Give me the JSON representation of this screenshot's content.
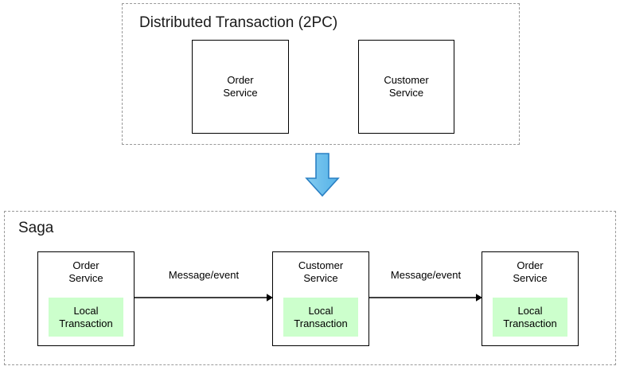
{
  "diagram": {
    "groups": [
      {
        "id": "2pc",
        "title": "Distributed Transaction (2PC)",
        "boxes": [
          {
            "id": "2pc-order",
            "label": "Order\nService"
          },
          {
            "id": "2pc-customer",
            "label": "Customer\nService"
          }
        ]
      },
      {
        "id": "saga",
        "title": "Saga",
        "boxes": [
          {
            "id": "saga-1",
            "label": "Order\nService",
            "inner_label": "Local\nTransaction"
          },
          {
            "id": "saga-2",
            "label": "Customer\nService",
            "inner_label": "Local\nTransaction"
          },
          {
            "id": "saga-3",
            "label": "Order\nService",
            "inner_label": "Local\nTransaction"
          }
        ],
        "connectors": [
          {
            "id": "msg-1",
            "label": "Message/event"
          },
          {
            "id": "msg-2",
            "label": "Message/event"
          }
        ]
      }
    ],
    "transition_arrow": {
      "name": "down-arrow",
      "fill": "#6cc0ec",
      "stroke": "#2a7fc4"
    },
    "colors": {
      "group_border": "#9a9a9a",
      "box_border": "#000000",
      "local_transaction_fill": "#ccffcc",
      "text": "#000000",
      "background": "#ffffff"
    }
  }
}
